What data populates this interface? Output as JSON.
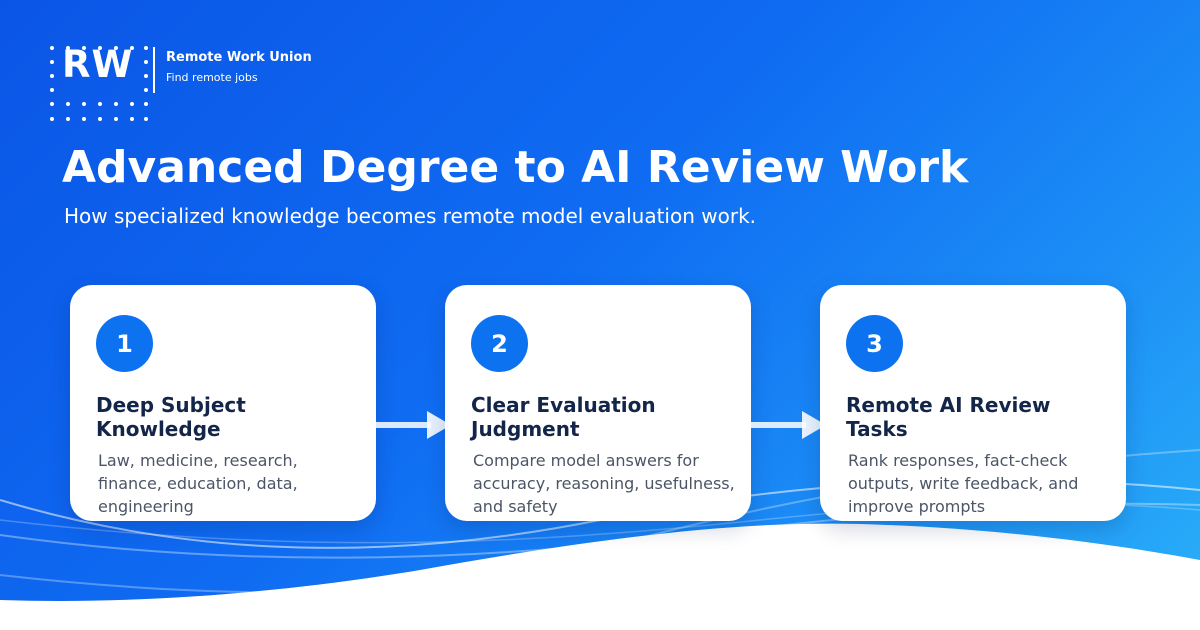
{
  "brand": {
    "logo_text": "RW",
    "name": "Remote Work Union",
    "tagline": "Find remote jobs"
  },
  "hero": {
    "title": "Advanced Degree to AI Review Work",
    "subtitle": "How specialized knowledge becomes remote model evaluation work."
  },
  "steps": [
    {
      "number": "1",
      "title": "Deep Subject Knowledge",
      "description": "Law, medicine, research, finance, education, data, engineering"
    },
    {
      "number": "2",
      "title": "Clear Evaluation Judgment",
      "description": "Compare model answers for accuracy, reasoning, usefulness, and safety"
    },
    {
      "number": "3",
      "title": "Remote AI Review Tasks",
      "description": "Rank responses, fact-check outputs, write feedback, and improve prompts"
    }
  ],
  "colors": {
    "background_start": "#0b55e6",
    "background_end": "#2ab0f8",
    "accent": "#0d72ef",
    "card_title": "#14254a",
    "card_text": "#4b5566"
  }
}
